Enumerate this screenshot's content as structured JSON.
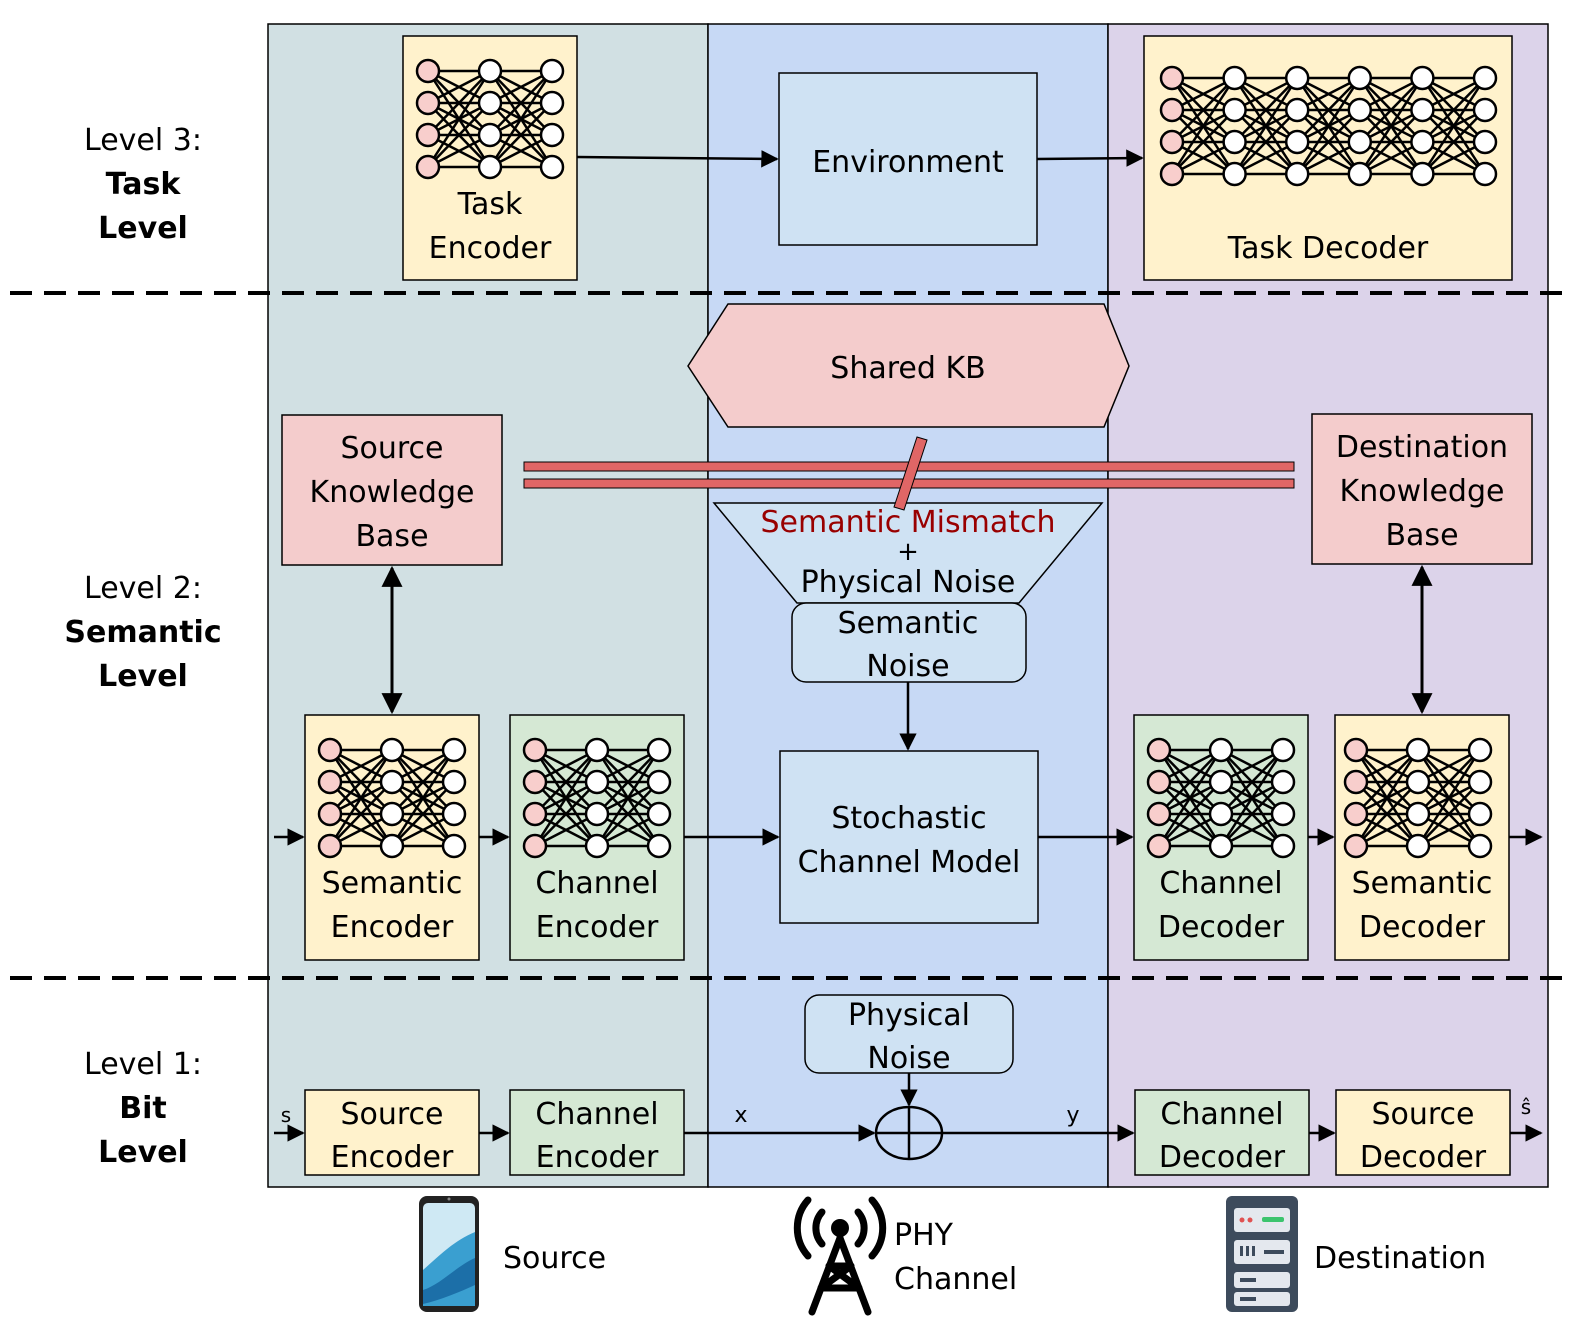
{
  "levels": {
    "l3": {
      "line1": "Level 3:",
      "line2": "Task",
      "line3": "Level"
    },
    "l2": {
      "line1": "Level 2:",
      "line2": "Semantic",
      "line3": "Level"
    },
    "l1": {
      "line1": "Level 1:",
      "line2": "Bit",
      "line3": "Level"
    }
  },
  "task": {
    "encoder_l1": "Task",
    "encoder_l2": "Encoder",
    "environment": "Environment",
    "decoder": "Task Decoder"
  },
  "semantic": {
    "shared_kb": "Shared KB",
    "source_kb_l1": "Source",
    "source_kb_l2": "Knowledge",
    "source_kb_l3": "Base",
    "dest_kb_l1": "Destination",
    "dest_kb_l2": "Knowledge",
    "dest_kb_l3": "Base",
    "mismatch": "Semantic Mismatch",
    "plus": "+",
    "physical_noise": "Physical Noise",
    "noise_l1": "Semantic",
    "noise_l2": "Noise",
    "sem_enc_l1": "Semantic",
    "sem_enc_l2": "Encoder",
    "ch_enc_l1": "Channel",
    "ch_enc_l2": "Encoder",
    "stoch_l1": "Stochastic",
    "stoch_l2": "Channel Model",
    "ch_dec_l1": "Channel",
    "ch_dec_l2": "Decoder",
    "sem_dec_l1": "Semantic",
    "sem_dec_l2": "Decoder"
  },
  "bit": {
    "phys_noise_l1": "Physical",
    "phys_noise_l2": "Noise",
    "src_enc_l1": "Source",
    "src_enc_l2": "Encoder",
    "ch_enc_l1": "Channel",
    "ch_enc_l2": "Encoder",
    "ch_dec_l1": "Channel",
    "ch_dec_l2": "Decoder",
    "src_dec_l1": "Source",
    "src_dec_l2": "Decoder",
    "sig_s": "s",
    "sig_x": "x",
    "sig_y": "y",
    "sig_shat": "ŝ"
  },
  "legend": {
    "source": "Source",
    "phy_l1": "PHY",
    "phy_l2": "Channel",
    "destination": "Destination"
  },
  "colors": {
    "source_column": "#d1e0e3",
    "channel_column": "#c7d9f5",
    "destination_column": "#dcd3ea",
    "neural_box": "#fff2cc",
    "channel_codec_box": "#d5e8d4",
    "light_blue_box": "#cfe2f3",
    "knowledge_base": "#f4cccc",
    "mismatch_bar": "#e06666",
    "mismatch_text": "#990000",
    "neuron_input": "#f8cecc"
  },
  "icons": {
    "source": "smartphone-icon",
    "channel": "antenna-tower-icon",
    "destination": "server-rack-icon"
  }
}
